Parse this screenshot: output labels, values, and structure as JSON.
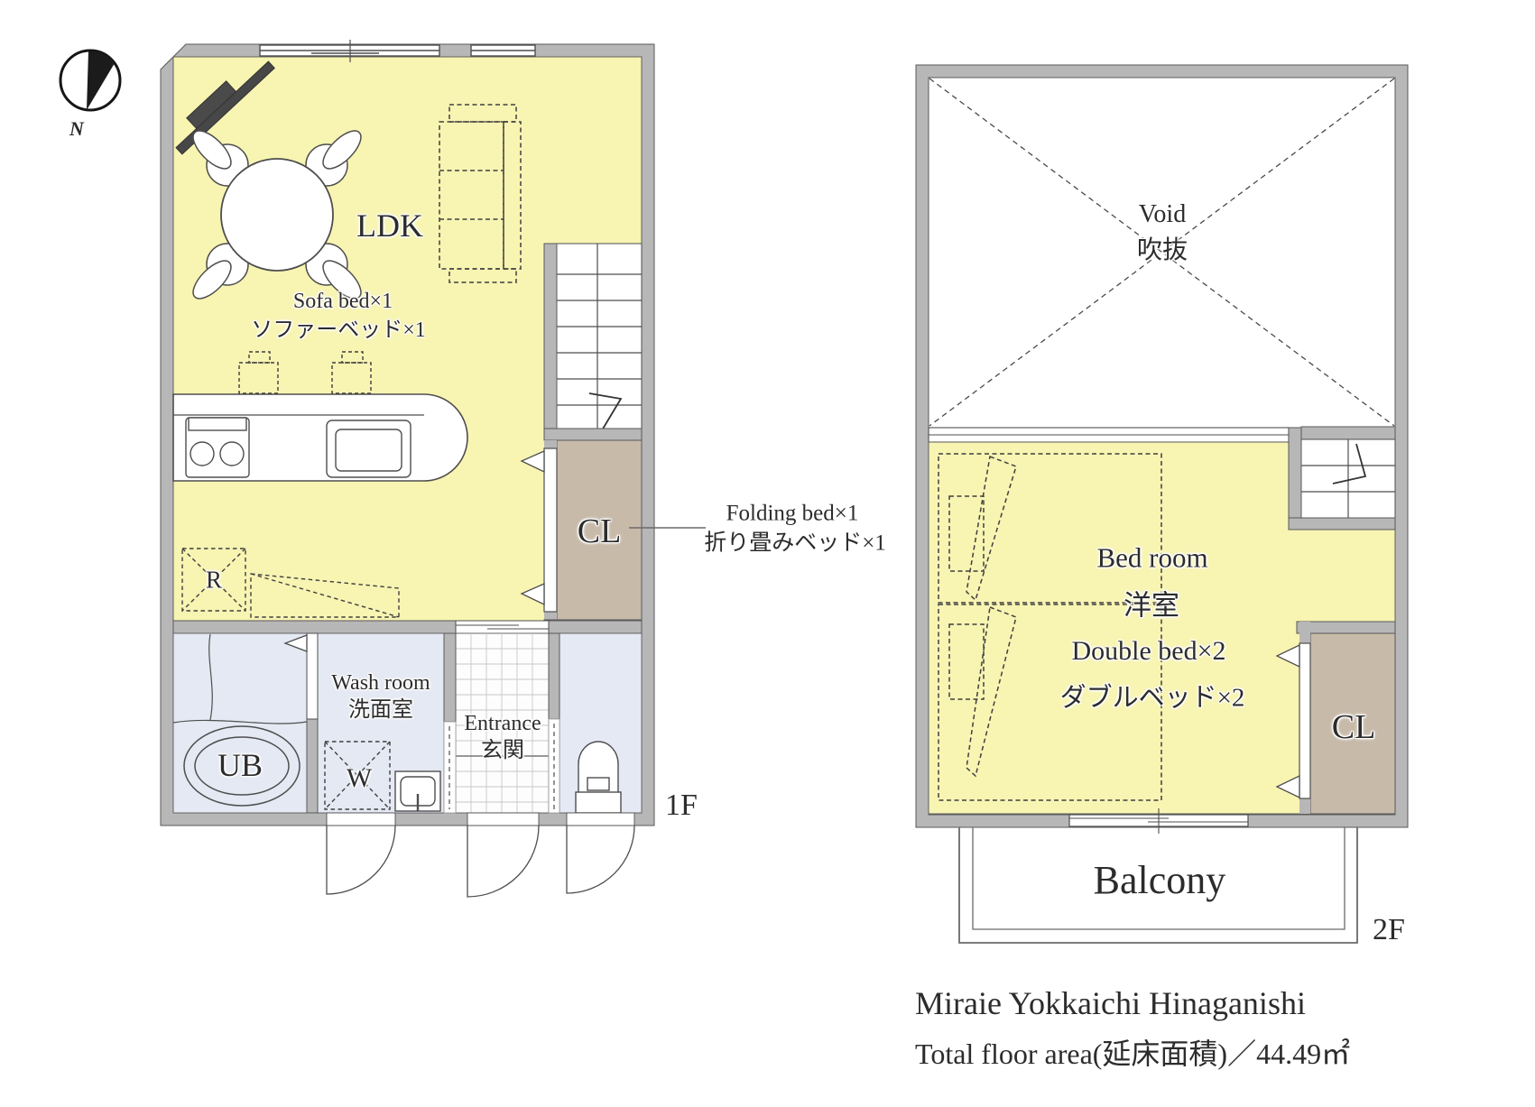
{
  "compass": {
    "north": "N"
  },
  "floor1": {
    "label": "1F",
    "ldk": "LDK",
    "sofa_bed_en": "Sofa bed×1",
    "sofa_bed_jp": "ソファーベッド×1",
    "refrigerator": "R",
    "closet": "CL",
    "folding_bed_en": "Folding bed×1",
    "folding_bed_jp": "折り畳みベッド×1",
    "bath": "UB",
    "wash_room_en": "Wash room",
    "wash_room_jp": "洗面室",
    "washer": "W",
    "entrance_en": "Entrance",
    "entrance_jp": "玄関"
  },
  "floor2": {
    "label": "2F",
    "void_en": "Void",
    "void_jp": "吹抜",
    "bedroom_en": "Bed room",
    "bedroom_jp": "洋室",
    "double_bed_en": "Double bed×2",
    "double_bed_jp": "ダブルベッド×2",
    "closet": "CL",
    "balcony": "Balcony"
  },
  "footer": {
    "property_name": "Miraie Yokkaichi Hinaganishi",
    "total_floor_area": "Total floor area(延床面積)／44.49㎡"
  },
  "colors": {
    "room_yellow": "#f8f4b2",
    "closet_tan": "#c8baa9",
    "wet_room_blue": "#e4e9f3",
    "wall_gray": "#b7b7b8",
    "line": "#4e4e4e"
  }
}
